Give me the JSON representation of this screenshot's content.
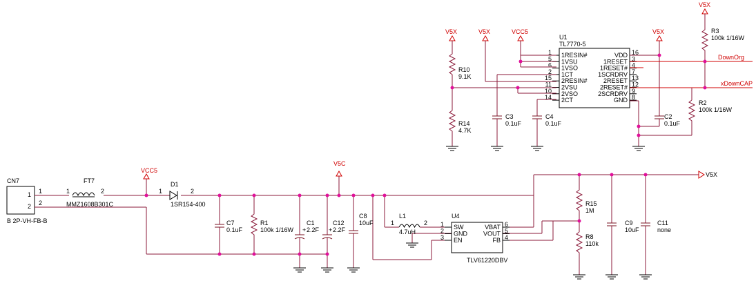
{
  "power": {
    "v5x": "V5X",
    "vcc5": "VCC5",
    "v5c": "V5C"
  },
  "u1": {
    "ref": "U1",
    "part": "TL7770-5",
    "left_pins": [
      {
        "num": "1",
        "name": "1RESIN#"
      },
      {
        "num": "5",
        "name": "1VSU"
      },
      {
        "num": "6",
        "name": "1VSO"
      },
      {
        "num": "2",
        "name": "1CT"
      },
      {
        "num": "15",
        "name": "2RESIN#"
      },
      {
        "num": "11",
        "name": "2VSU"
      },
      {
        "num": "10",
        "name": "2VSO"
      },
      {
        "num": "14",
        "name": "2CT"
      }
    ],
    "right_pins": [
      {
        "num": "16",
        "name": "VDD"
      },
      {
        "num": "3",
        "name": "1RESET"
      },
      {
        "num": "4",
        "name": "1RESET#"
      },
      {
        "num": "7",
        "name": "1SCRDRV"
      },
      {
        "num": "13",
        "name": "2RESET"
      },
      {
        "num": "12",
        "name": "2RESET#"
      },
      {
        "num": "9",
        "name": "2SCRDRV"
      },
      {
        "num": "8",
        "name": "GND"
      }
    ]
  },
  "u4": {
    "ref": "U4",
    "part": "TLV61220DBV",
    "left_pins": [
      {
        "num": "1",
        "name": "SW"
      },
      {
        "num": "2",
        "name": "GND"
      },
      {
        "num": "3",
        "name": "EN"
      }
    ],
    "right_pins": [
      {
        "num": "6",
        "name": "VBAT"
      },
      {
        "num": "5",
        "name": "VOUT"
      },
      {
        "num": "4",
        "name": "FB"
      }
    ]
  },
  "nets": {
    "downorg": "DownOrg",
    "xdowncap": "xDownCAP"
  },
  "parts": {
    "r10": {
      "ref": "R10",
      "val": "9.1K"
    },
    "r14": {
      "ref": "R14",
      "val": "4.7K"
    },
    "r3": {
      "ref": "R3",
      "val": "100k 1/16W"
    },
    "r2": {
      "ref": "R2",
      "val": "100k 1/16W"
    },
    "c3": {
      "ref": "C3",
      "val": "0.1uF"
    },
    "c4": {
      "ref": "C4",
      "val": "0.1uF"
    },
    "c2": {
      "ref": "C2",
      "val": "0.1uF"
    },
    "cn7": {
      "ref": "CN7",
      "val": "B 2P-VH-FB-B",
      "p1": "1",
      "p2": "2"
    },
    "ft7": {
      "ref": "FT7",
      "val": "MMZ1608B301C",
      "p1": "1",
      "p2": "2"
    },
    "d1": {
      "ref": "D1",
      "val": "1SR154-400",
      "p1": "2",
      "p2": "1"
    },
    "c7": {
      "ref": "C7",
      "val": "0.1uF"
    },
    "r1": {
      "ref": "R1",
      "val": "100k 1/16W"
    },
    "c1": {
      "ref": "C1",
      "val": "2.2F"
    },
    "c12": {
      "ref": "C12",
      "val": "2.2F"
    },
    "c8": {
      "ref": "C8",
      "val": "10uF"
    },
    "l1": {
      "ref": "L1",
      "val": "4.7uH",
      "p1": "1",
      "p2": "2"
    },
    "r15": {
      "ref": "R15",
      "val": "1M"
    },
    "r8": {
      "ref": "R8",
      "val": "110k"
    },
    "c9": {
      "ref": "C9",
      "val": "10uF"
    },
    "c11": {
      "ref": "C11",
      "val": "none"
    }
  },
  "wire_net_names": {
    "v5x_out": "V5X"
  }
}
